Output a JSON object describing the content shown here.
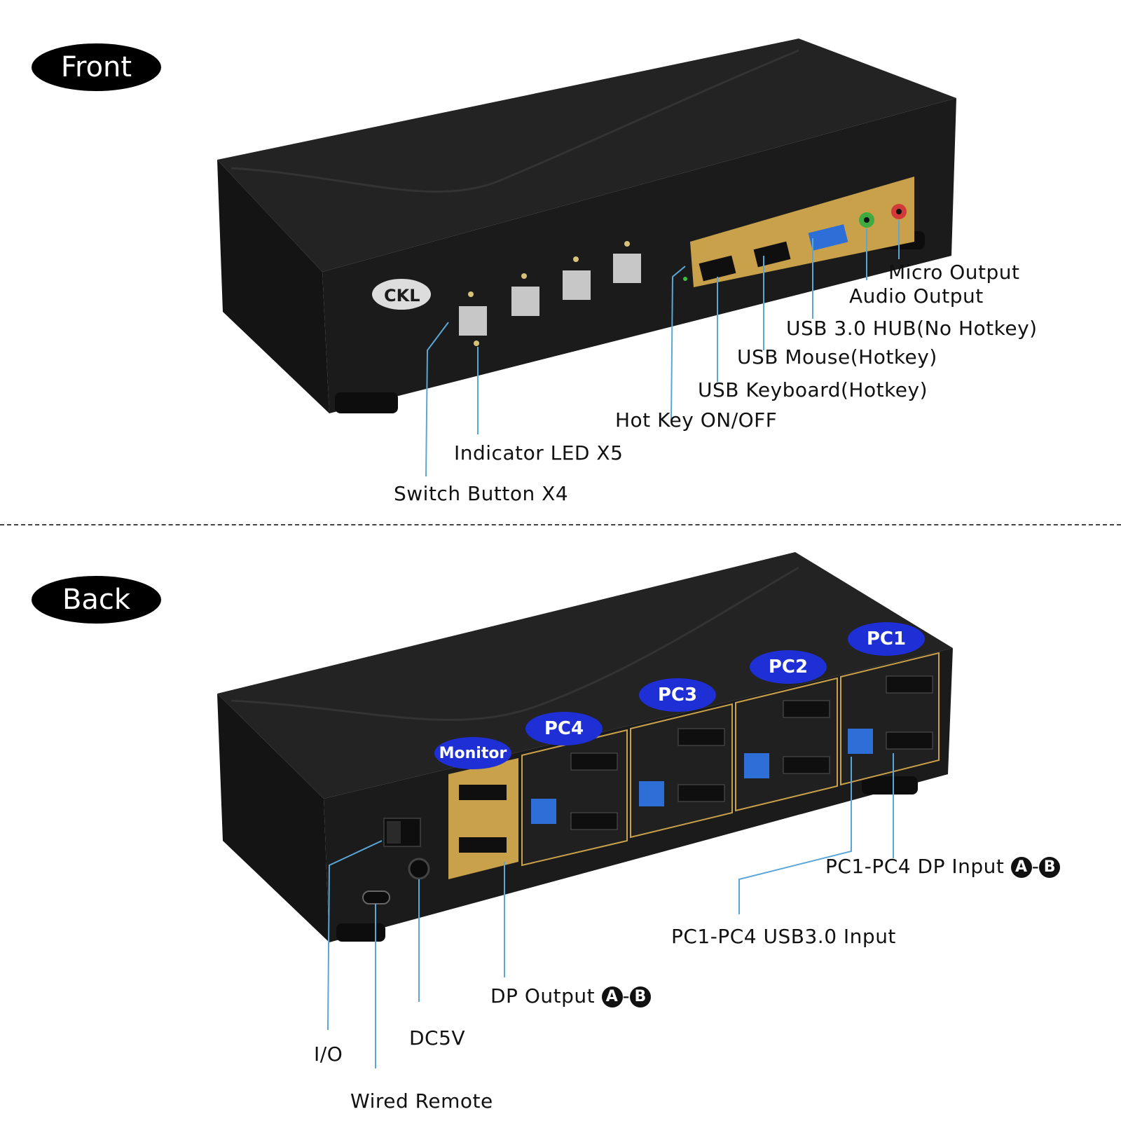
{
  "sections": {
    "front_label": "Front",
    "back_label": "Back"
  },
  "brand": "CKL",
  "front_callouts": {
    "micro_output": "Micro Output",
    "audio_output": "Audio Output",
    "usb_hub": "USB 3.0 HUB(No Hotkey)",
    "usb_mouse": "USB Mouse(Hotkey)",
    "usb_keyboard": "USB Keyboard(Hotkey)",
    "hot_key": "Hot Key ON/OFF",
    "indicator_led": "Indicator LED X5",
    "switch_button": "Switch Button X4"
  },
  "back_badges": {
    "monitor": "Monitor",
    "pc4": "PC4",
    "pc3": "PC3",
    "pc2": "PC2",
    "pc1": "PC1"
  },
  "back_callouts": {
    "dp_input_text": "PC1-PC4 DP Input",
    "dp_input_a": "A",
    "dp_input_sep": "-",
    "dp_input_b": "B",
    "usb_input": "PC1-PC4 USB3.0 Input",
    "dp_output_text": "DP Output",
    "dp_output_a": "A",
    "dp_output_sep": "-",
    "dp_output_b": "B",
    "io": "I/O",
    "dc5v": "DC5V",
    "wired_remote": "Wired Remote"
  },
  "colors": {
    "chassis": "#1a1a1a",
    "gold_panel": "#c9a14a",
    "usb3_blue": "#2d6fd6",
    "badge_blue": "#1e2fd6",
    "callout_line": "#5aa6d6"
  }
}
